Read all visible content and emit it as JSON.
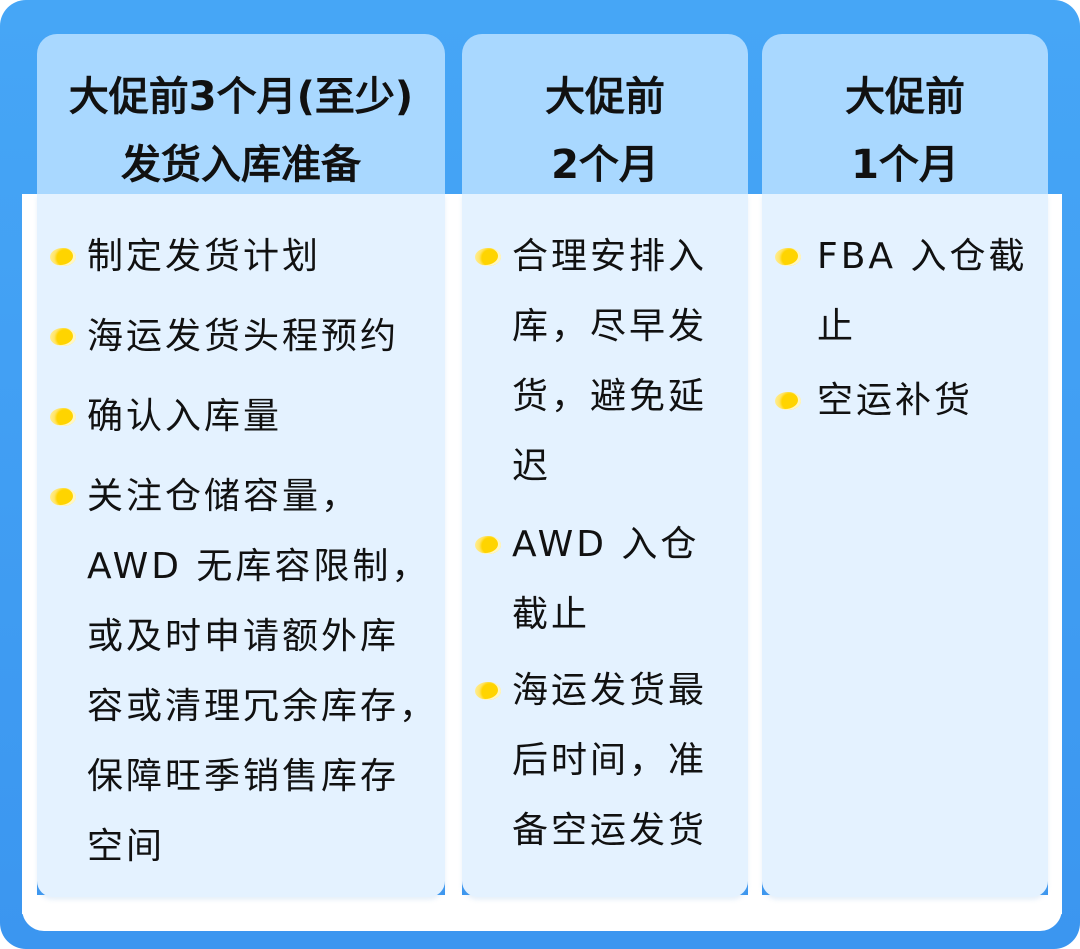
{
  "columns": [
    {
      "header": [
        "大促前3个月(至少)",
        "发货入库准备"
      ],
      "items": [
        [
          "制定发货计划"
        ],
        [
          "海运发货头程预约"
        ],
        [
          "确认入库量"
        ],
        [
          "关注仓储容量，",
          "AWD 无库容限制，",
          "或及时申请额外库",
          "容或清理冗余库存，",
          "保障旺季销售库存",
          "空间"
        ]
      ]
    },
    {
      "header": [
        "大促前",
        "2个月"
      ],
      "items": [
        [
          "合理安排入",
          "库，尽早发",
          "货，避免延",
          "迟"
        ],
        [
          "AWD 入仓",
          "截止"
        ],
        [
          "海运发货最",
          "后时间，准",
          "备空运发货"
        ]
      ]
    },
    {
      "header": [
        "大促前",
        "1个月"
      ],
      "items": [
        [
          "FBA 入仓截",
          "止"
        ],
        [
          "空运补货"
        ]
      ]
    }
  ],
  "colors": {
    "frame": "#46a6f6",
    "header": "#a9d8ff",
    "body": "#e4f2ff",
    "bullet": "#ffd400"
  },
  "icons": {
    "bullet": "yellow-dot-bullet-icon"
  }
}
